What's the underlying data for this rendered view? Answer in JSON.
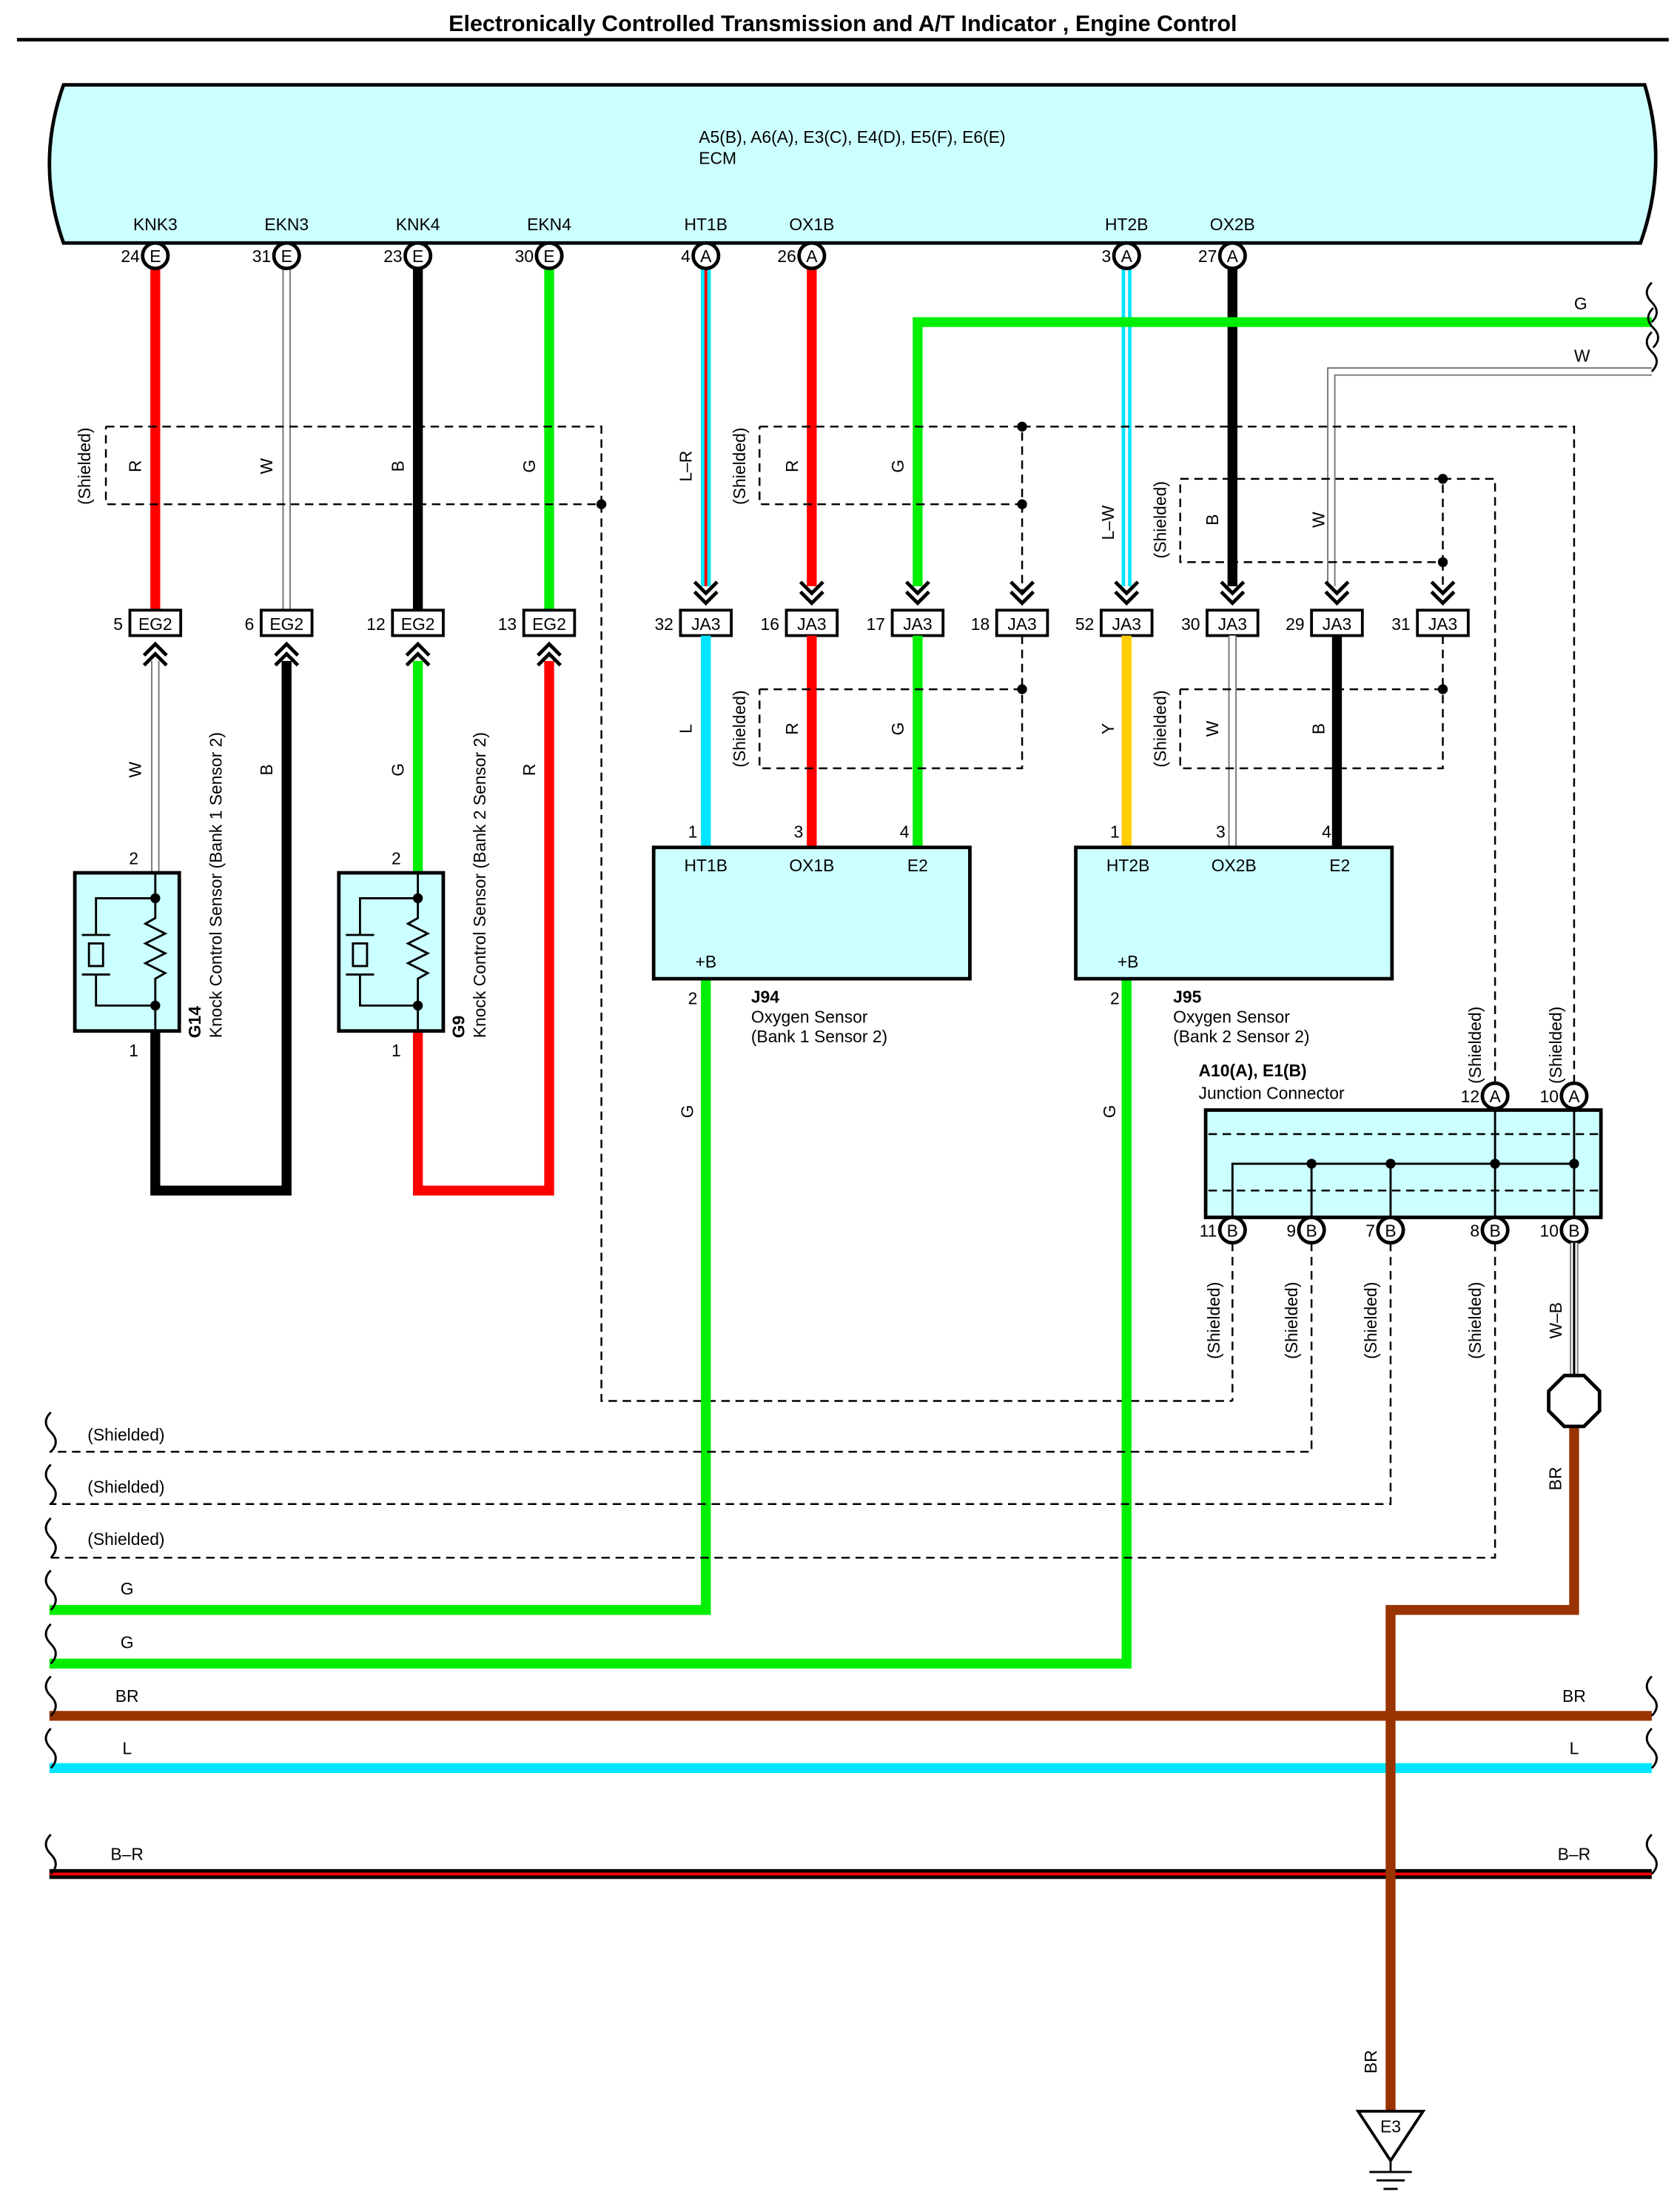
{
  "title": "Electronically Controlled Transmission and A/T Indicator , Engine Control",
  "ecm": {
    "connectors": "A5(B), A6(A), E3(C), E4(D), E5(F), E6(E)",
    "name": "ECM",
    "pins": [
      {
        "signal": "KNK3",
        "number": "24",
        "conn": "E"
      },
      {
        "signal": "EKN3",
        "number": "31",
        "conn": "E"
      },
      {
        "signal": "KNK4",
        "number": "23",
        "conn": "E"
      },
      {
        "signal": "EKN4",
        "number": "30",
        "conn": "E"
      },
      {
        "signal": "HT1B",
        "number": "4",
        "conn": "A"
      },
      {
        "signal": "OX1B",
        "number": "26",
        "conn": "A"
      },
      {
        "signal": "HT2B",
        "number": "3",
        "conn": "A"
      },
      {
        "signal": "OX2B",
        "number": "27",
        "conn": "A"
      }
    ]
  },
  "shield_label": "(Shielded)",
  "upper_wire_labels": [
    "R",
    "W",
    "B",
    "G",
    "L–R",
    "R",
    "G",
    "L–W",
    "B",
    "W"
  ],
  "right_inputs": [
    "G",
    "W"
  ],
  "eg2_connectors": [
    {
      "number": "5",
      "name": "EG2"
    },
    {
      "number": "6",
      "name": "EG2"
    },
    {
      "number": "12",
      "name": "EG2"
    },
    {
      "number": "13",
      "name": "EG2"
    }
  ],
  "ja3_connectors": [
    {
      "number": "32",
      "name": "JA3"
    },
    {
      "number": "16",
      "name": "JA3"
    },
    {
      "number": "17",
      "name": "JA3"
    },
    {
      "number": "18",
      "name": "JA3"
    },
    {
      "number": "52",
      "name": "JA3"
    },
    {
      "number": "30",
      "name": "JA3"
    },
    {
      "number": "29",
      "name": "JA3"
    },
    {
      "number": "31",
      "name": "JA3"
    }
  ],
  "lower_wire_labels": [
    "W",
    "B",
    "G",
    "R",
    "L",
    "R",
    "G",
    "Y",
    "W",
    "B"
  ],
  "knock_sensors": [
    {
      "id": "G14",
      "name": "Knock Control Sensor (Bank 1 Sensor 2)",
      "pin_top": "2",
      "pin_bottom": "1"
    },
    {
      "id": "G9",
      "name": "Knock Control Sensor (Bank 2 Sensor 2)",
      "pin_top": "2",
      "pin_bottom": "1"
    }
  ],
  "oxygen_sensors": [
    {
      "id": "J94",
      "name": "Oxygen Sensor",
      "detail": "(Bank 1 Sensor 2)",
      "terminals": [
        "HT1B",
        "OX1B",
        "E2",
        "+B"
      ],
      "pins": [
        "1",
        "3",
        "4",
        "2"
      ],
      "supply_wire": "G"
    },
    {
      "id": "J95",
      "name": "Oxygen Sensor",
      "detail": "(Bank 2 Sensor 2)",
      "terminals": [
        "HT2B",
        "OX2B",
        "E2",
        "+B"
      ],
      "pins": [
        "1",
        "3",
        "4",
        "2"
      ],
      "supply_wire": "G"
    }
  ],
  "junction": {
    "id": "A10(A), E1(B)",
    "name": "Junction Connector",
    "top_pins": [
      {
        "number": "12",
        "conn": "A"
      },
      {
        "number": "10",
        "conn": "A"
      }
    ],
    "bottom_pins": [
      {
        "number": "11",
        "conn": "B"
      },
      {
        "number": "9",
        "conn": "B"
      },
      {
        "number": "7",
        "conn": "B"
      },
      {
        "number": "8",
        "conn": "B"
      },
      {
        "number": "10",
        "conn": "B"
      }
    ]
  },
  "ground_path": {
    "wire1": "W–B",
    "wire2": "BR",
    "wire3": "BR",
    "ground": "E3"
  },
  "harness": [
    {
      "left": "G"
    },
    {
      "left": "G"
    },
    {
      "left": "BR",
      "right": "BR"
    },
    {
      "left": "L",
      "right": "L"
    },
    {
      "left": "B–R",
      "right": "B–R"
    }
  ],
  "colors": {
    "ecm_fill": "#ccffff",
    "red": "#ff0000",
    "green": "#00ee00",
    "black": "#000000",
    "cyan": "#00e5ff",
    "yellow": "#ffcc00",
    "brown": "#993300",
    "white_outline": "#777777"
  }
}
